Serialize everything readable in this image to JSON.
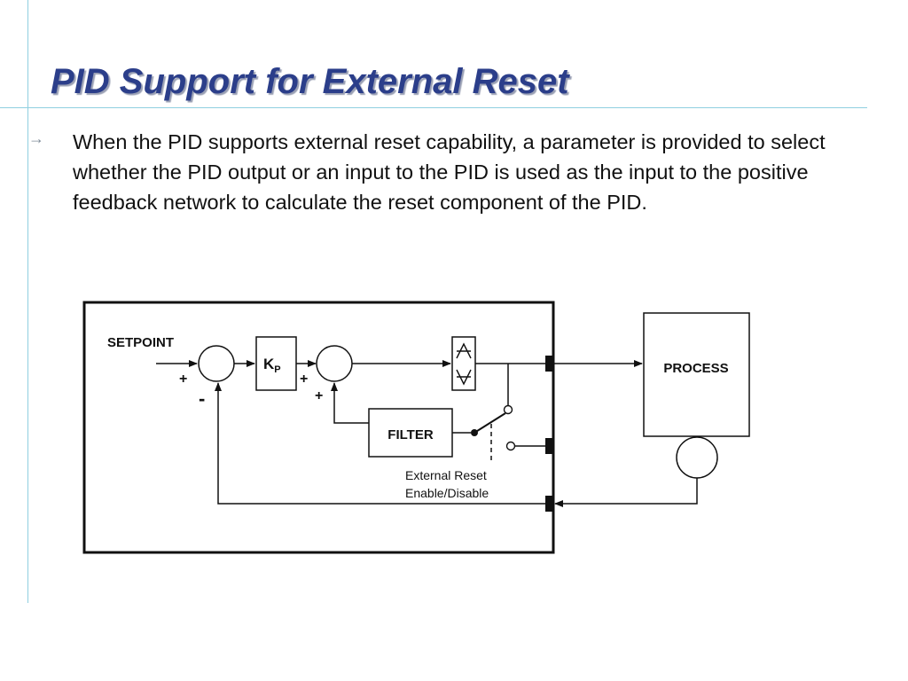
{
  "slide": {
    "title": "PID Support for External Reset",
    "bullet": "When the PID supports external reset capability, a parameter is provided to select whether the PID output or an input to the PID is used as the input to the positive feedback network to calculate the reset component of the PID."
  },
  "diagram": {
    "setpoint_label": "SETPOINT",
    "kp_label_main": "K",
    "kp_label_sub": "P",
    "filter_label": "FILTER",
    "process_label": "PROCESS",
    "plus_1": "+",
    "minus_1": "-",
    "plus_2": "+",
    "plus_3": "+",
    "external_reset_line1": "External Reset",
    "external_reset_line2": "Enable/Disable"
  },
  "colors": {
    "title": "#2b3e8a",
    "accent_lines": "#8fcfe0"
  }
}
